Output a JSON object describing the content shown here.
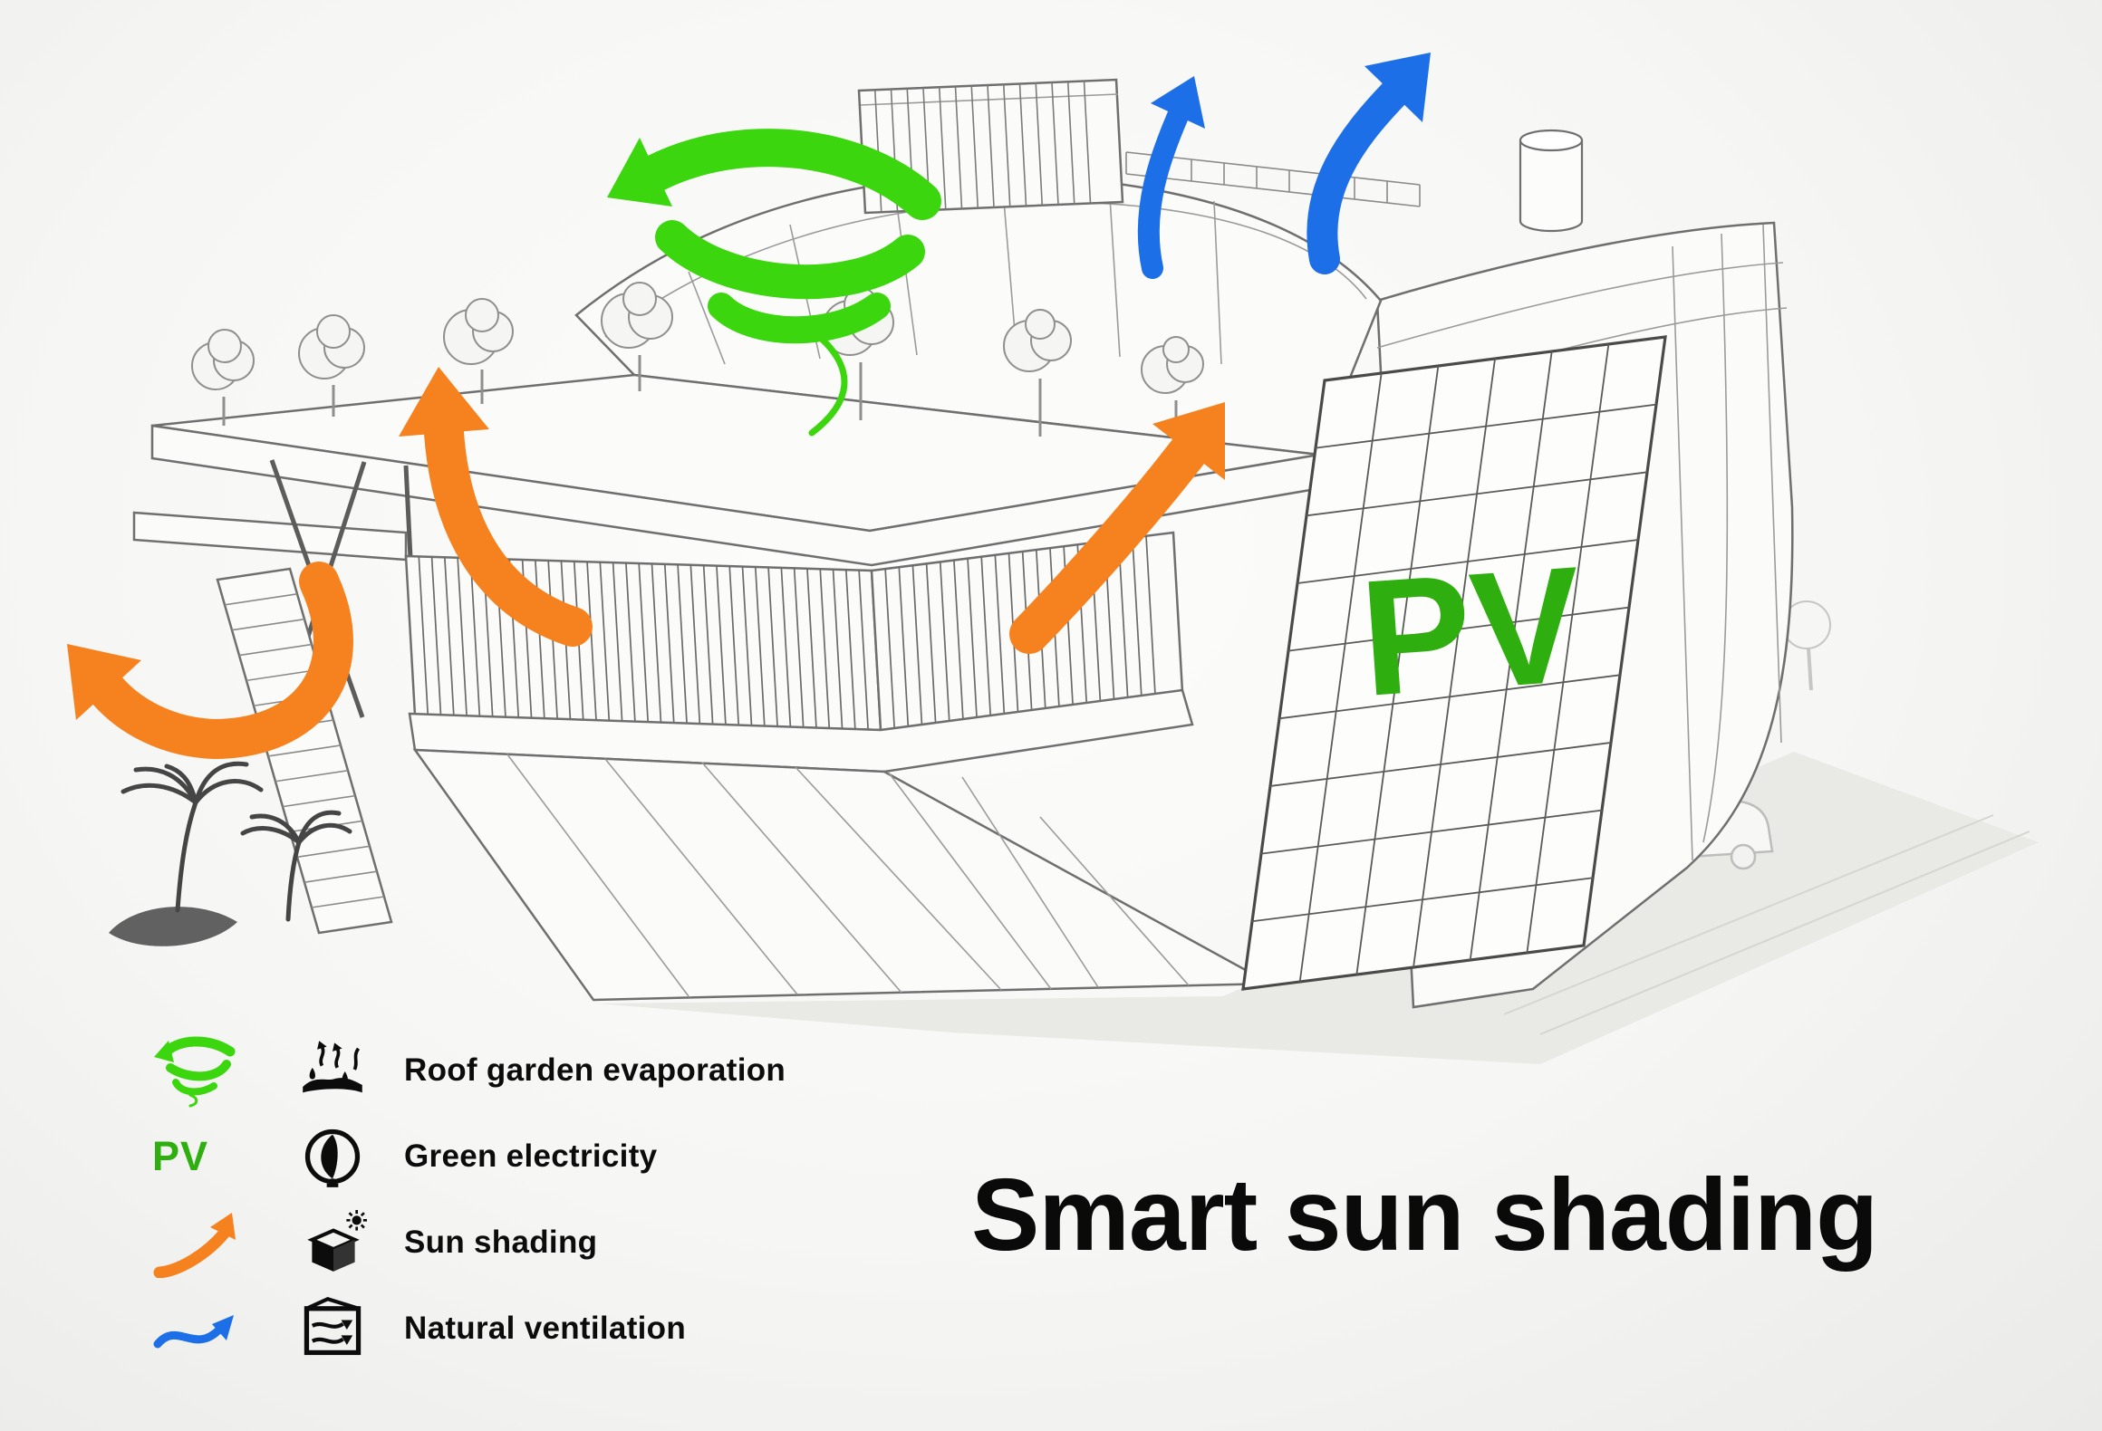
{
  "title": "Smart sun shading",
  "building": {
    "pv_label": "PV"
  },
  "legend": {
    "items": [
      {
        "id": "roof-garden-evaporation",
        "label": "Roof garden evaporation"
      },
      {
        "id": "green-electricity",
        "label": "Green electricity",
        "marker": "PV"
      },
      {
        "id": "sun-shading",
        "label": "Sun shading"
      },
      {
        "id": "natural-ventilation",
        "label": "Natural ventilation"
      }
    ]
  },
  "colors": {
    "green": "#3bd60e",
    "pv_green": "#2fae0f",
    "orange": "#f5821f",
    "blue": "#1d6fe8",
    "ink": "#0c0c0c"
  }
}
